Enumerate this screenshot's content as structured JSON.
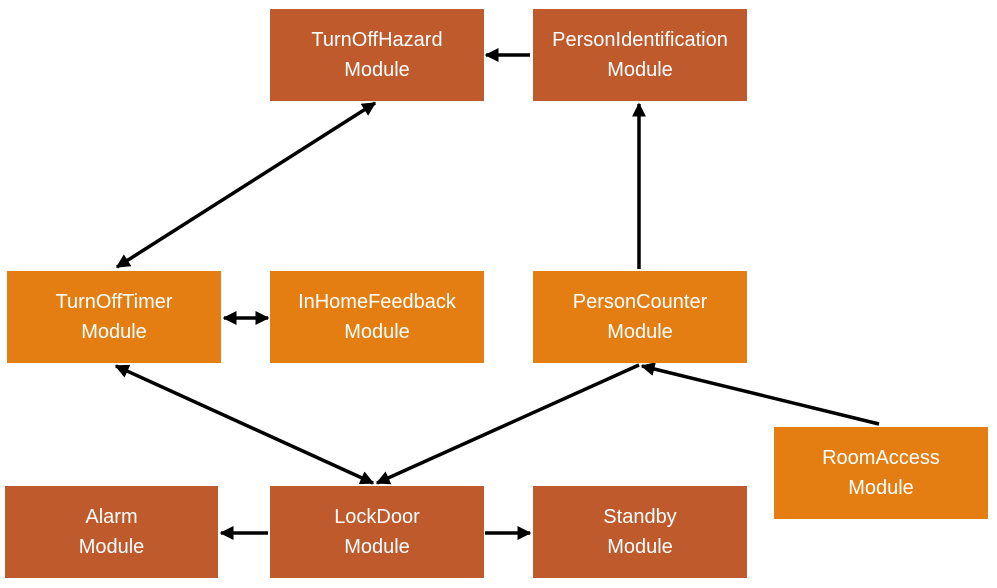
{
  "colors": {
    "dark_module": "#bf5a2c",
    "light_module": "#e57e12",
    "arrow": "#000000",
    "text": "#ffffff"
  },
  "nodes": {
    "turnoffhazard": {
      "line1": "TurnOffHazard",
      "line2": "Module"
    },
    "personidentification": {
      "line1": "PersonIdentification",
      "line2": "Module"
    },
    "turnofftimer": {
      "line1": "TurnOffTimer",
      "line2": "Module"
    },
    "inhomefeedback": {
      "line1": "InHomeFeedback",
      "line2": "Module"
    },
    "personcounter": {
      "line1": "PersonCounter",
      "line2": "Module"
    },
    "roomaccess": {
      "line1": "RoomAccess",
      "line2": "Module"
    },
    "alarm": {
      "line1": "Alarm",
      "line2": "Module"
    },
    "lockdoor": {
      "line1": "LockDoor",
      "line2": "Module"
    },
    "standby": {
      "line1": "Standby",
      "line2": "Module"
    }
  },
  "edges": [
    {
      "from": "personidentification",
      "to": "turnoffhazard",
      "direction": "forward"
    },
    {
      "from": "turnofftimer",
      "to": "turnoffhazard",
      "direction": "both"
    },
    {
      "from": "personcounter",
      "to": "personidentification",
      "direction": "forward"
    },
    {
      "from": "turnofftimer",
      "to": "inhomefeedback",
      "direction": "both"
    },
    {
      "from": "turnofftimer",
      "to": "lockdoor",
      "direction": "both"
    },
    {
      "from": "personcounter",
      "to": "lockdoor",
      "direction": "forward"
    },
    {
      "from": "roomaccess",
      "to": "personcounter",
      "direction": "forward"
    },
    {
      "from": "lockdoor",
      "to": "alarm",
      "direction": "forward"
    },
    {
      "from": "lockdoor",
      "to": "standby",
      "direction": "forward"
    }
  ]
}
